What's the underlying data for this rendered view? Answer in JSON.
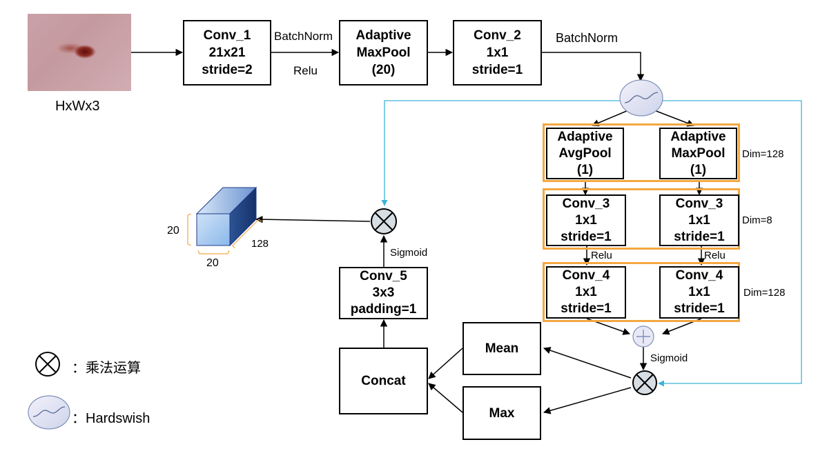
{
  "input": {
    "label": "HxWx3"
  },
  "conv1": {
    "lines": [
      "Conv_1",
      "21x21",
      "stride=2"
    ]
  },
  "edge_batchnorm1": "BatchNorm",
  "edge_relu1": "Relu",
  "pool": {
    "lines": [
      "Adaptive",
      "MaxPool",
      "(20)"
    ]
  },
  "conv2": {
    "lines": [
      "Conv_2",
      "1x1",
      "stride=1"
    ]
  },
  "edge_batchnorm2": "BatchNorm",
  "avgpool": {
    "lines": [
      "Adaptive",
      "AvgPool",
      "(1)"
    ]
  },
  "maxpool": {
    "lines": [
      "Adaptive",
      "MaxPool",
      "(1)"
    ]
  },
  "dim1": "Dim=128",
  "conv3": {
    "lines": [
      "Conv_3",
      "1x1",
      "stride=1"
    ]
  },
  "dim2": "Dim=8",
  "relu_left": "Relu",
  "relu_right": "Relu",
  "conv4": {
    "lines": [
      "Conv_4",
      "1x1",
      "stride=1"
    ]
  },
  "dim3": "Dim=128",
  "sigmoid_right": "Sigmoid",
  "mean": "Mean",
  "max": "Max",
  "concat": "Concat",
  "conv5": {
    "lines": [
      "Conv_5",
      "3x3",
      "padding=1"
    ]
  },
  "sigmoid_left": "Sigmoid",
  "cube": {
    "height": "20",
    "width": "20",
    "depth": "128"
  },
  "legend": {
    "multiply": "：乘法运算",
    "hardswish": "：Hardswish"
  },
  "colors": {
    "group_border": "#f4a742",
    "skip_arrow": "#3db3d8",
    "cube_front": "#9cc3ef",
    "cube_side": "#1e3f7a"
  }
}
